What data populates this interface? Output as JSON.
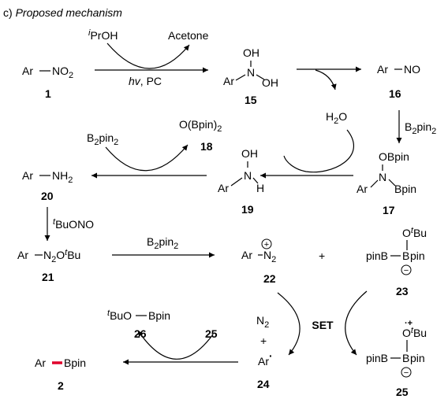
{
  "caption": {
    "prefix": "c) ",
    "text": "Proposed mechanism"
  },
  "brand": {
    "bpin_color": "#2a9d9f",
    "bond_color": "#e0002a"
  },
  "s1": {
    "ar": "Ar",
    "no2": "NO",
    "no2_sub": "2",
    "num": "1"
  },
  "arrow1": {
    "ipr_sup": "i",
    "ipr": "PrOH",
    "acetone": "Acetone",
    "hv": "hv",
    "pc": ", PC"
  },
  "s15": {
    "oh_top": "OH",
    "n": "N",
    "ar": "Ar",
    "oh_right": "OH",
    "num": "15"
  },
  "s16": {
    "ar": "Ar",
    "no": "NO",
    "num": "16"
  },
  "h2o": {
    "h": "H",
    "sub": "2",
    "o": "O"
  },
  "b2pin2": {
    "b": "B",
    "sub": "2",
    "pin": "pin",
    "sub2": "2"
  },
  "s17": {
    "obpin": "OBpin",
    "n": "N",
    "ar": "Ar",
    "bpin": "Bpin",
    "num": "17"
  },
  "s18": {
    "text": "O(Bpin)",
    "sub": "2",
    "num": "18"
  },
  "s19": {
    "oh": "OH",
    "n": "N",
    "ar": "Ar",
    "h": "H",
    "num": "19"
  },
  "s20": {
    "ar": "Ar",
    "nh": "NH",
    "sub": "2",
    "num": "20"
  },
  "tbuono": {
    "sup": "t",
    "text": "BuONO"
  },
  "s21": {
    "ar": "Ar",
    "n": "N",
    "sub": "2",
    "o": "O",
    "sup": "t",
    "bu": "Bu",
    "num": "21"
  },
  "s22": {
    "ar": "Ar",
    "n": "N",
    "sub": "2",
    "charge": "+",
    "num": "22"
  },
  "plus": "+",
  "s23": {
    "o": "O",
    "sup": "t",
    "bu": "Bu",
    "pinb": "pinB",
    "b": "B",
    "pin": "pin",
    "charge": "−",
    "num": "23"
  },
  "set": "SET",
  "n2": {
    "n": "N",
    "sub": "2"
  },
  "s24": {
    "ar": "Ar",
    "dot": "·",
    "num": "24"
  },
  "s25": {
    "radical": "·+",
    "o": "O",
    "sup": "t",
    "bu": "Bu",
    "pinb": "pinB",
    "b": "B",
    "pin": "pin",
    "charge": "−",
    "num": "25"
  },
  "s26": {
    "sup": "t",
    "text": "BuO",
    "bpin": "Bpin",
    "num": "26"
  },
  "s25_label": "25",
  "s2": {
    "ar": "Ar",
    "bpin": "Bpin",
    "num": "2"
  }
}
